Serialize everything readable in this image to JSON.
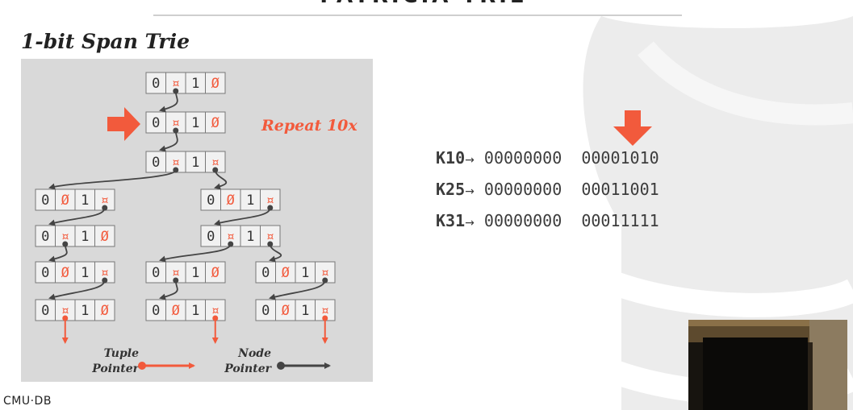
{
  "slide": {
    "heading_top": "PATRICIA TRIE",
    "title": "1-bit Span Trie",
    "footer": "CMU·DB"
  },
  "diagram": {
    "node_glyphs": {
      "zero": "0",
      "one": "1",
      "empty": "Ø",
      "pointer": "¤"
    },
    "repeat_label": "Repeat 10x",
    "legend": {
      "tuple_label_line1": "Tuple",
      "tuple_label_line2": "Pointer",
      "node_label_line1": "Node",
      "node_label_line2": "Pointer"
    }
  },
  "keys": [
    {
      "name": "K10",
      "arrow": "→",
      "high": "00000000",
      "low": "00001010"
    },
    {
      "name": "K25",
      "arrow": "→",
      "high": "00000000",
      "low": "00011001"
    },
    {
      "name": "K31",
      "arrow": "→",
      "high": "00000000",
      "low": "00011111"
    }
  ],
  "colors": {
    "accent": "#f25a3c",
    "panel": "#d9d9d9",
    "node_fill": "#f1f1f1",
    "dark": "#444444"
  }
}
